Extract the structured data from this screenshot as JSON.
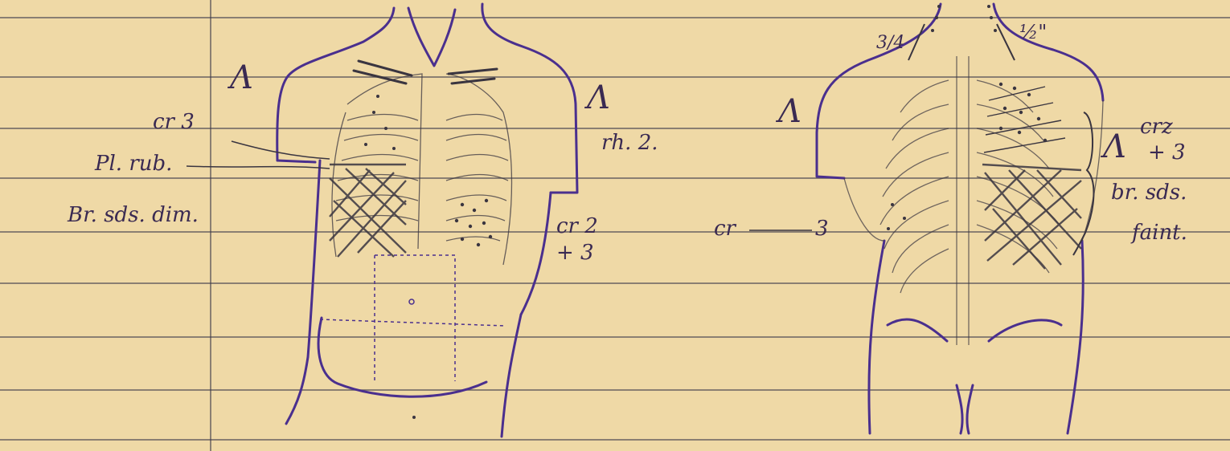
{
  "page": {
    "paper_color": "#efd9a6",
    "rule_color": "#3c3a4a",
    "ink_color": "#4a2f8e",
    "pencil_color": "#3a3540"
  },
  "annotations": {
    "left_cr": "cr 3",
    "pl_rub": "Pl. rub.",
    "br_sds_dim": "Br. sds. dim.",
    "front_right_caret": "Λ",
    "rh": "rh. 2.",
    "cr2": "cr 2",
    "plus3": "+ 3",
    "front_left_caret": "Λ",
    "back_left_caret": "Λ",
    "cr_line": "cr",
    "cr_line_3": "3",
    "back_right_caret": "Λ",
    "crz": "crz",
    "crz_plus3": "+ 3",
    "br_sds": "br. sds.",
    "faint": "faint.",
    "neck_left": "3/4",
    "neck_right": "½\""
  }
}
